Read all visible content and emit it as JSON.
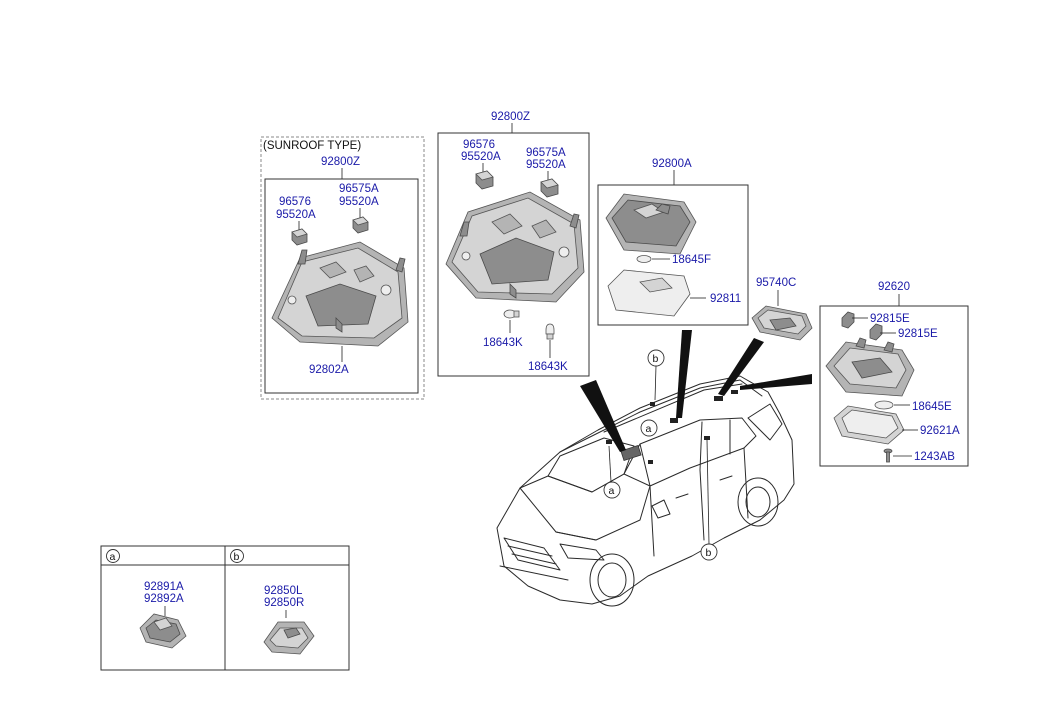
{
  "labels": {
    "sunroof_type": "(SUNROOF TYPE)",
    "sunroof_assy": "92800Z",
    "sunroof_lamp_l": "96576",
    "sunroof_lamp_l2": "95520A",
    "sunroof_lamp_r": "96575A",
    "sunroof_lamp_r2": "95520A",
    "sunroof_housing": "92802A",
    "std_assy": "92800Z",
    "std_lamp_l": "96576",
    "std_lamp_l2": "95520A",
    "std_lamp_r": "96575A",
    "std_lamp_r2": "95520A",
    "std_bulb_1": "18643K",
    "std_bulb_2": "18643K",
    "map_assy": "92800A",
    "map_bulb": "18645F",
    "map_lens": "92811",
    "roof_lamp": "95740C",
    "room_assy": "92620",
    "room_socket_1": "92815E",
    "room_socket_2": "92815E",
    "room_bulb": "18645E",
    "room_lens": "92621A",
    "room_screw": "1243AB",
    "legend_a": "a",
    "legend_b": "b",
    "legend_a_part1": "92891A",
    "legend_a_part2": "92892A",
    "legend_b_part1": "92850L",
    "legend_b_part2": "92850R",
    "callout_a_1": "a",
    "callout_a_2": "a",
    "callout_b_1": "b",
    "callout_b_2": "b"
  }
}
